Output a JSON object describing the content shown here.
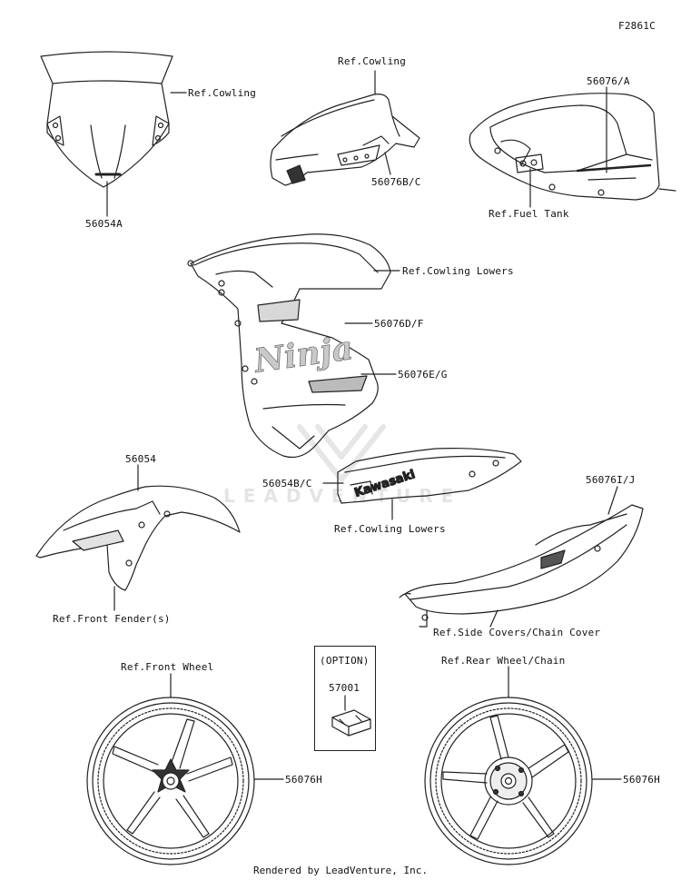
{
  "figure_code": "F2861C",
  "watermark": "LEADVENTURE",
  "labels": {
    "ref_cowling_windshield": "Ref.Cowling",
    "part_56054A": "56054A",
    "ref_cowling_upper": "Ref.Cowling",
    "part_56076BC": "56076B/C",
    "part_56076A": "56076/A",
    "ref_fuel_tank": "Ref.Fuel Tank",
    "ref_cowling_lowers_top": "Ref.Cowling Lowers",
    "part_56076DF": "56076D/F",
    "part_56076EG": "56076E/G",
    "part_56054": "56054",
    "part_56054BC": "56054B/C",
    "ref_cowling_lowers_bottom": "Ref.Cowling Lowers",
    "part_56076IJ": "56076I/J",
    "ref_front_fender": "Ref.Front Fender(s)",
    "ref_side_covers": "Ref.Side Covers/Chain Cover",
    "option": "(OPTION)",
    "part_57001": "57001",
    "ref_front_wheel": "Ref.Front Wheel",
    "ref_rear_wheel": "Ref.Rear Wheel/Chain",
    "part_56076H_front": "56076H",
    "part_56076H_rear": "56076H"
  },
  "decal_texts": {
    "ninja": "Ninja",
    "kawasaki": "Kawasaki"
  },
  "footer": "Rendered by LeadVenture, Inc."
}
